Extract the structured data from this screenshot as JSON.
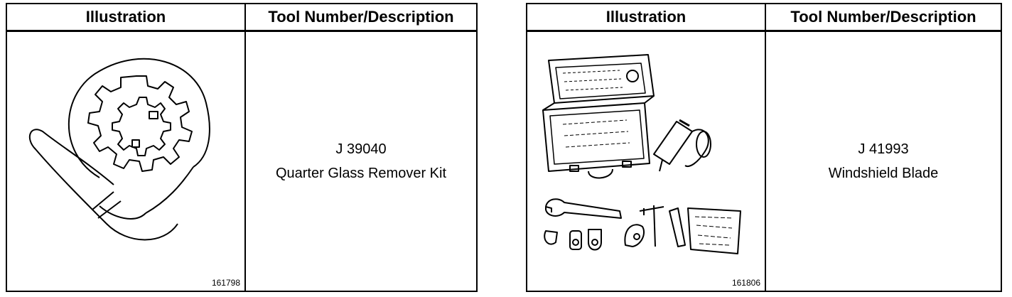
{
  "tables": [
    {
      "header": {
        "illustration": "Illustration",
        "description": "Tool Number/Description"
      },
      "tool_number": "J 39040",
      "tool_description": "Quarter Glass Remover Kit",
      "figure_number": "161798",
      "illustration_icon": "quarter-glass-remover-tool-icon"
    },
    {
      "header": {
        "illustration": "Illustration",
        "description": "Tool Number/Description"
      },
      "tool_number": "J 41993",
      "tool_description": "Windshield Blade",
      "figure_number": "161806",
      "illustration_icon": "windshield-blade-kit-icon"
    }
  ]
}
